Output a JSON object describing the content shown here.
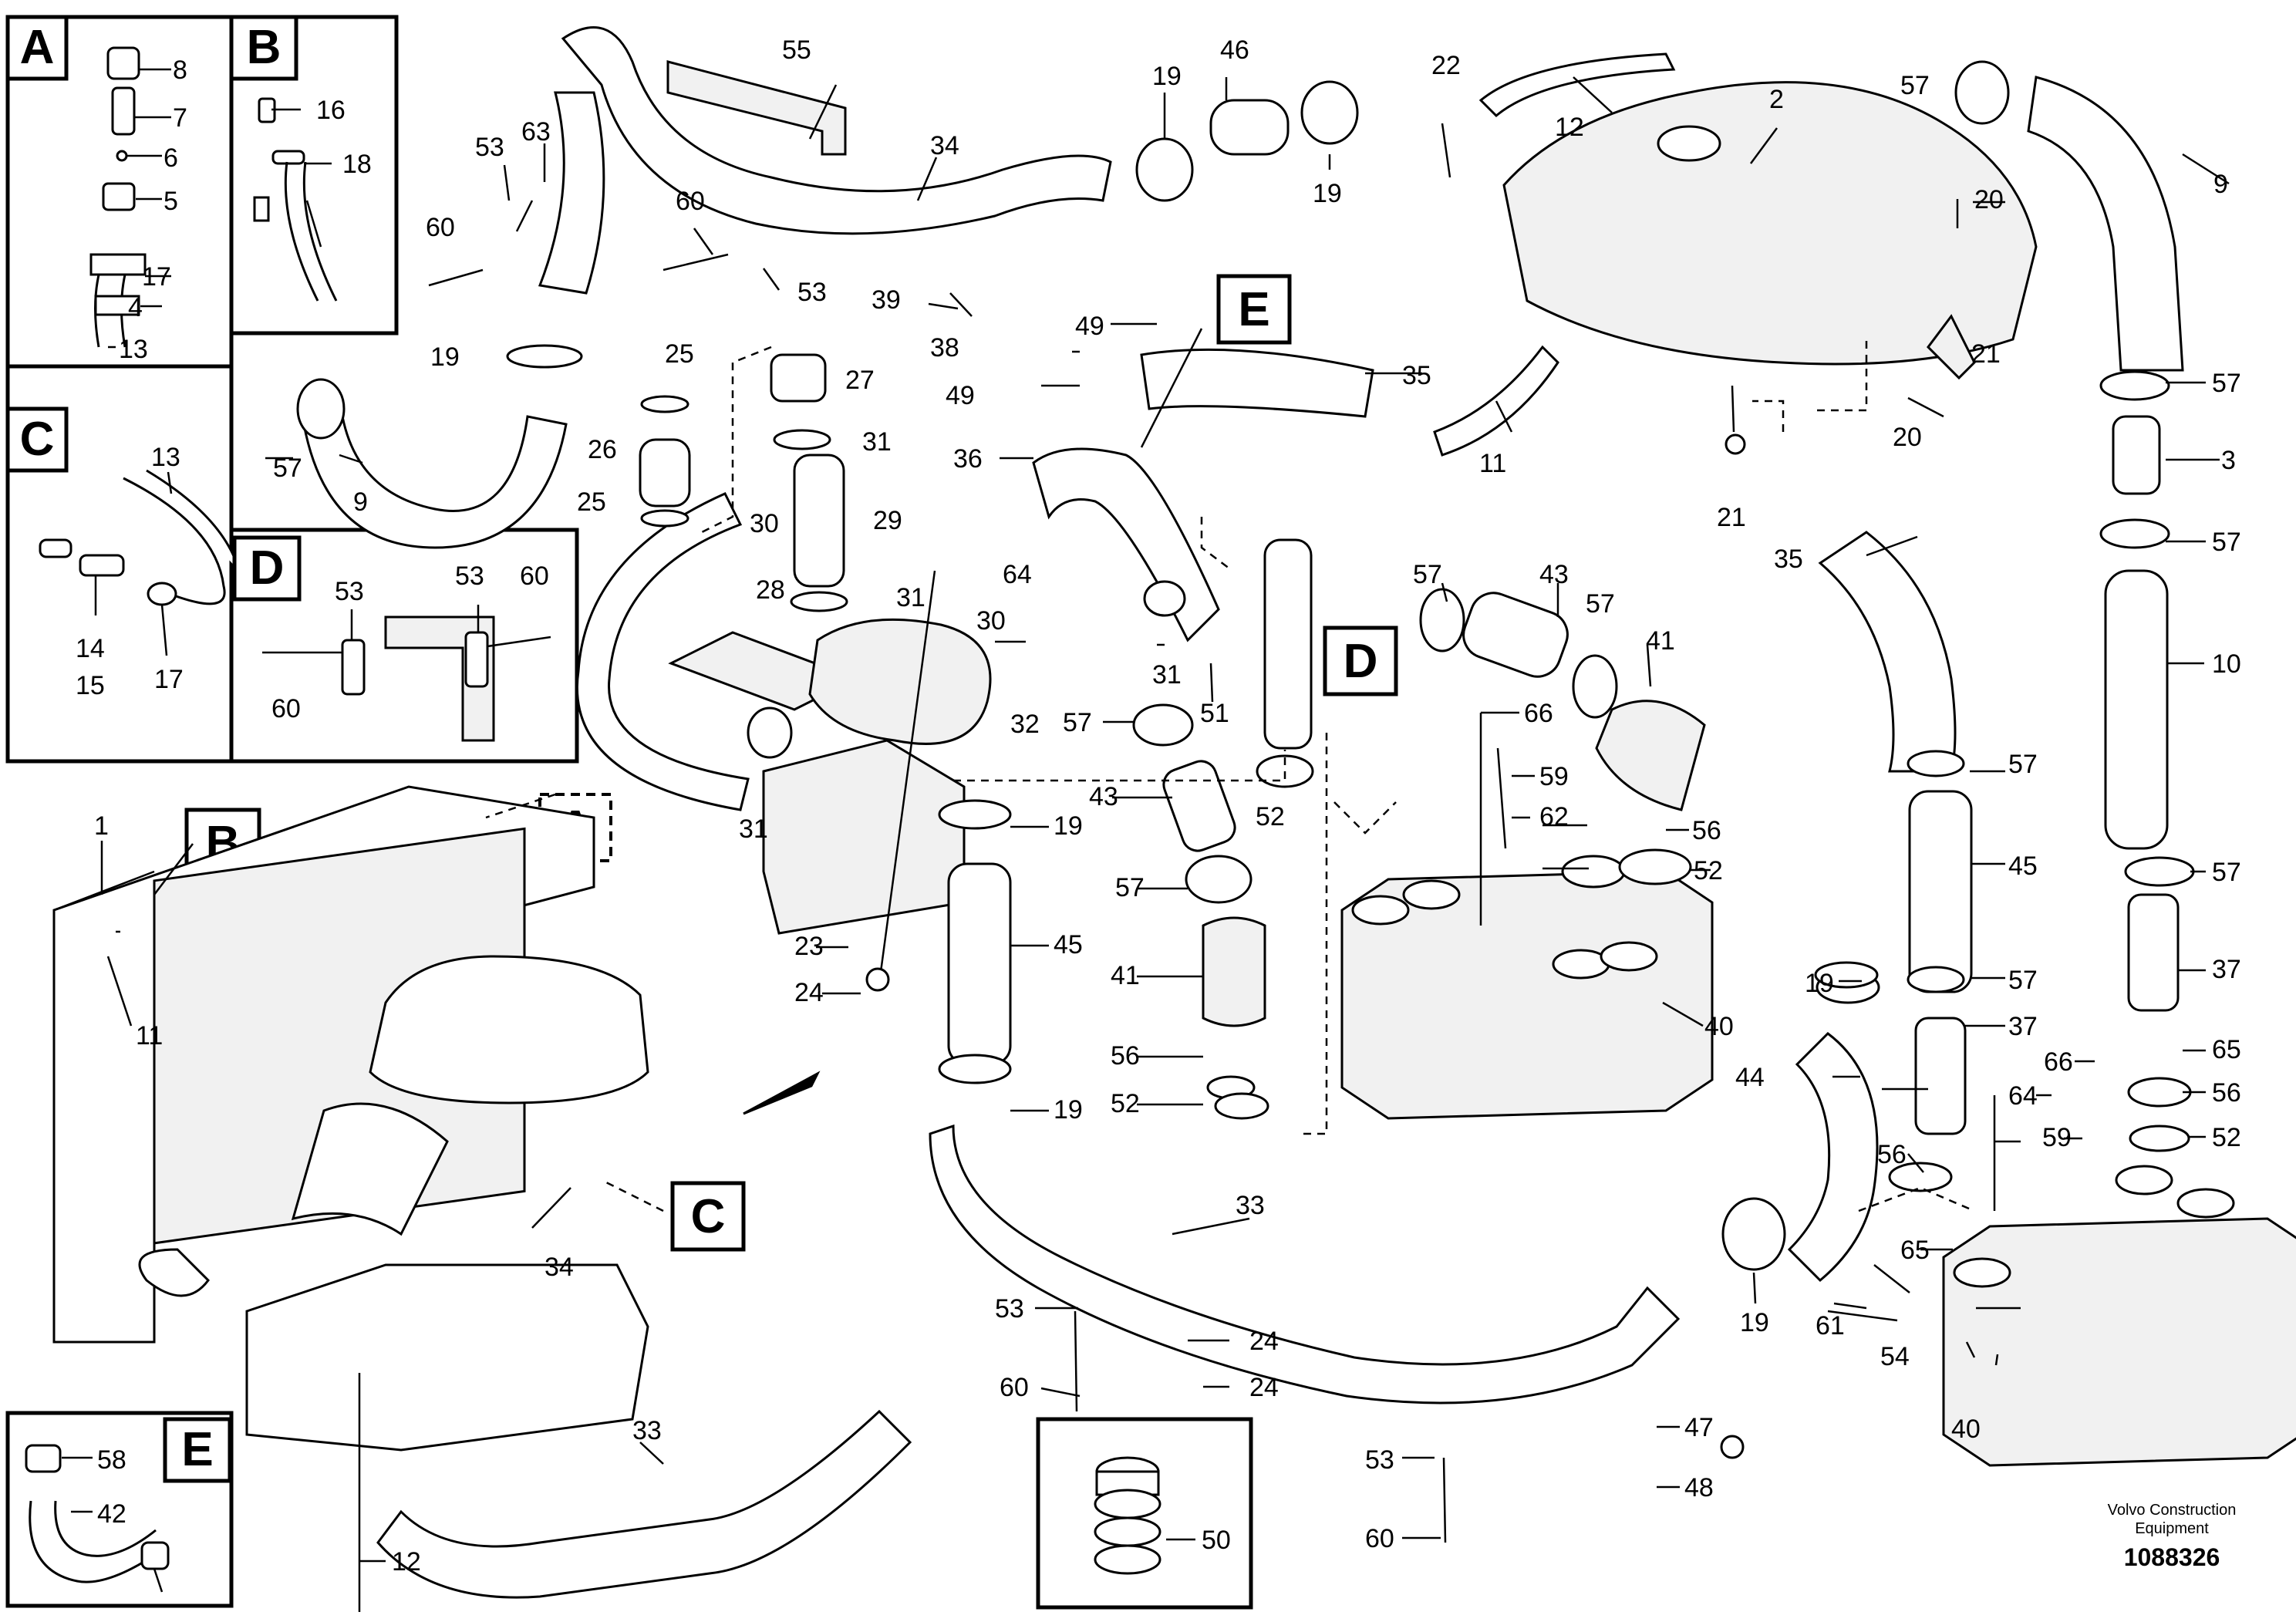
{
  "callouts": {
    "c1": "1",
    "c2": "2",
    "c3": "3",
    "c4": "4",
    "c5": "5",
    "c6": "6",
    "c7": "7",
    "c8": "8",
    "c9": "9",
    "c10": "10",
    "c11": "11",
    "c12": "12",
    "c13": "13",
    "c14": "14",
    "c15": "15",
    "c16": "16",
    "c17": "17",
    "c18": "18",
    "c19": "19",
    "c20": "20",
    "c21": "21",
    "c22": "22",
    "c23": "23",
    "c24": "24",
    "c25": "25",
    "c26": "26",
    "c27": "27",
    "c28": "28",
    "c29": "29",
    "c30": "30",
    "c31": "31",
    "c32": "32",
    "c33": "33",
    "c34": "34",
    "c35": "35",
    "c36": "36",
    "c37": "37",
    "c38": "38",
    "c39": "39",
    "c40": "40",
    "c41": "41",
    "c42": "42",
    "c43": "43",
    "c44": "44",
    "c45": "45",
    "c46": "46",
    "c47": "47",
    "c48": "48",
    "c49": "49",
    "c50": "50",
    "c51": "51",
    "c52": "52",
    "c53": "53",
    "c54": "54",
    "c55": "55",
    "c56": "56",
    "c57": "57",
    "c58": "58",
    "c59": "59",
    "c60": "60",
    "c61": "61",
    "c62": "62",
    "c63": "63",
    "c64": "64",
    "c65": "65",
    "c66": "66"
  },
  "detail_letters": {
    "a": "A",
    "b": "B",
    "c": "C",
    "d": "D",
    "e": "E"
  },
  "footer": {
    "brand_line1": "Volvo Construction",
    "brand_line2": "Equipment",
    "drawing_number": "1088326"
  }
}
